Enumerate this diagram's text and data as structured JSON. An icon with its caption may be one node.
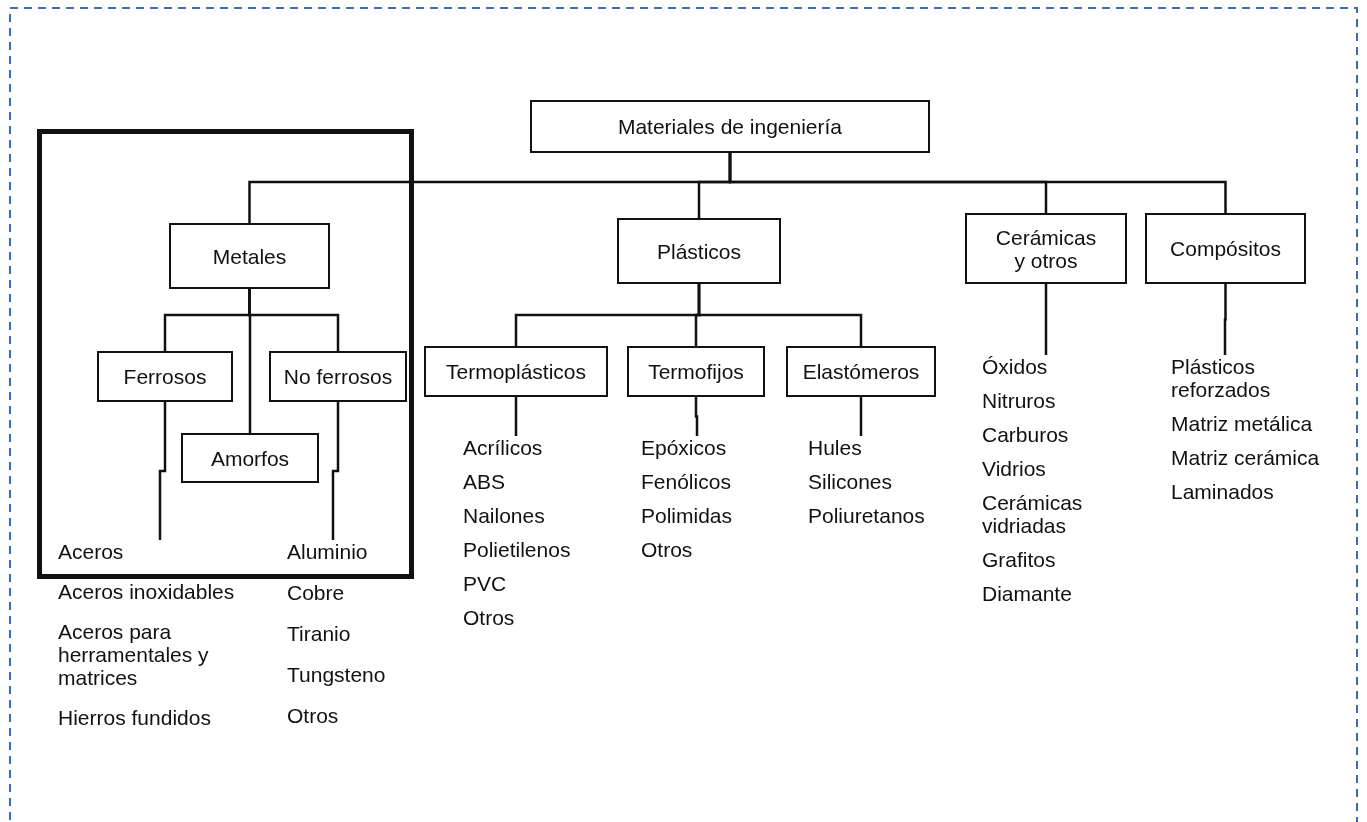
{
  "diagram": {
    "nodes": [
      {
        "text": [
          "Materiales de ingeniería"
        ]
      },
      {
        "text": [],
        "shape": "box"
      },
      {
        "text": [
          "Metales"
        ],
        "in": 1
      },
      {
        "text": [
          "Ferrosos"
        ],
        "in": 1
      },
      {
        "text": [
          "No ferrosos"
        ],
        "in": 1
      },
      {
        "text": [
          "Amorfos"
        ],
        "in": 1
      },
      {
        "text": [
          "Aceros",
          "Aceros inoxidables",
          "Aceros para herramentales y matrices",
          "Hierros fundidos"
        ]
      },
      {
        "text": [
          "Aluminio",
          "Cobre",
          "Tiranio",
          "Tungsteno",
          "Otros"
        ]
      },
      {
        "text": [
          "Plásticos"
        ]
      },
      {
        "text": [
          "Termoplásticos"
        ]
      },
      {
        "text": [
          "Termofijos"
        ]
      },
      {
        "text": [
          "Elastómeros"
        ]
      },
      {
        "text": [
          "Acrílicos",
          "ABS",
          "Nailones",
          "Polietilenos",
          "PVC",
          "Otros"
        ]
      },
      {
        "text": [
          "Epóxicos",
          "Fenólicos",
          "Polimidas",
          "Otros"
        ]
      },
      {
        "text": [
          "Hules",
          "Silicones",
          "Poliuretanos"
        ]
      },
      {
        "text": [
          "Cerámicas y otros"
        ]
      },
      {
        "text": [
          "Óxidos",
          "Nitruros",
          "Carburos",
          "Vidrios",
          "Cerámicas vidriadas",
          "Grafitos",
          "Diamante"
        ]
      },
      {
        "text": [
          "Compósitos"
        ]
      },
      {
        "text": [
          "Plásticos reforzados",
          "Matriz metálica",
          "Matriz cerámica",
          "Laminados"
        ]
      }
    ],
    "edges": [
      {
        "from": 0,
        "to": 2,
        "arrow": "none"
      },
      {
        "from": 0,
        "to": 8,
        "arrow": "none"
      },
      {
        "from": 0,
        "to": 15,
        "arrow": "none"
      },
      {
        "from": 0,
        "to": 17,
        "arrow": "none"
      },
      {
        "from": 2,
        "to": 3,
        "arrow": "none"
      },
      {
        "from": 2,
        "to": 4,
        "arrow": "none"
      },
      {
        "from": 2,
        "to": 5,
        "arrow": "none"
      },
      {
        "from": 3,
        "to": 6,
        "arrow": "none"
      },
      {
        "from": 4,
        "to": 7,
        "arrow": "none"
      },
      {
        "from": 8,
        "to": 9,
        "arrow": "none"
      },
      {
        "from": 8,
        "to": 10,
        "arrow": "none"
      },
      {
        "from": 8,
        "to": 11,
        "arrow": "none"
      },
      {
        "from": 9,
        "to": 12,
        "arrow": "none"
      },
      {
        "from": 10,
        "to": 13,
        "arrow": "none"
      },
      {
        "from": 11,
        "to": 14,
        "arrow": "none"
      },
      {
        "from": 15,
        "to": 16,
        "arrow": "none"
      },
      {
        "from": 17,
        "to": 18,
        "arrow": "none"
      }
    ]
  }
}
